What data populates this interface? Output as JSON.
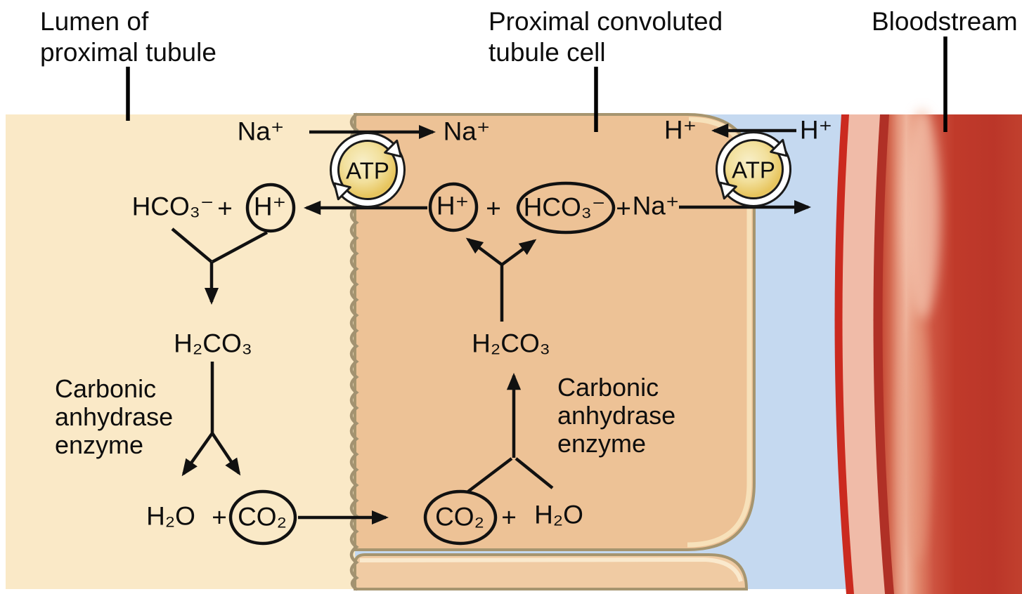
{
  "title_labels": {
    "lumen": [
      "Lumen of",
      "proximal tubule"
    ],
    "cell": [
      "Proximal convoluted",
      "tubule cell"
    ],
    "bloodstream": "Bloodstream"
  },
  "chem": {
    "na_top_lumen": "Na⁺",
    "na_top_cell": "Na⁺",
    "h_top_cell": "H⁺",
    "h_top_interstitium": "H⁺",
    "atp_left": "ATP",
    "atp_right": "ATP",
    "hco3_lumen": "HCO₃⁻",
    "plus_mid_lumen": "+",
    "h_circled_lumen": "H⁺",
    "h_circled_cell": "H⁺",
    "plus_cell_a": "+",
    "hco3_cell": "HCO₃⁻",
    "plus_cell_b": "+",
    "na_mid_cell": "Na⁺",
    "h2co3_lumen": "H₂CO₃",
    "h2co3_cell": "H₂CO₃",
    "enzyme_lumen": [
      "Carbonic",
      "anhydrase",
      "enzyme"
    ],
    "enzyme_cell": [
      "Carbonic",
      "anhydrase",
      "enzyme"
    ],
    "h2o_lumen": "H₂O",
    "plus_bottom_lumen": "+",
    "co2_lumen": "CO₂",
    "co2_cell": "CO₂",
    "plus_bottom_cell": "+",
    "h2o_cell": "H₂O"
  },
  "colors": {
    "lumen_fill": "#FAE9C7",
    "cell_fill": "#EDC296",
    "cell_lower_fill": "#F0CBA3",
    "interstitium_fill": "#C5D9F0",
    "membrane_stroke": "#A29271",
    "cell_outline": "#A6956F",
    "cell_highlight": "#F7E4BE",
    "vessel_edge": "#CB2A1F",
    "vessel_wall": "#F0BBA8",
    "vessel_inner_stripe": "#B03026",
    "line_black": "#111111"
  }
}
